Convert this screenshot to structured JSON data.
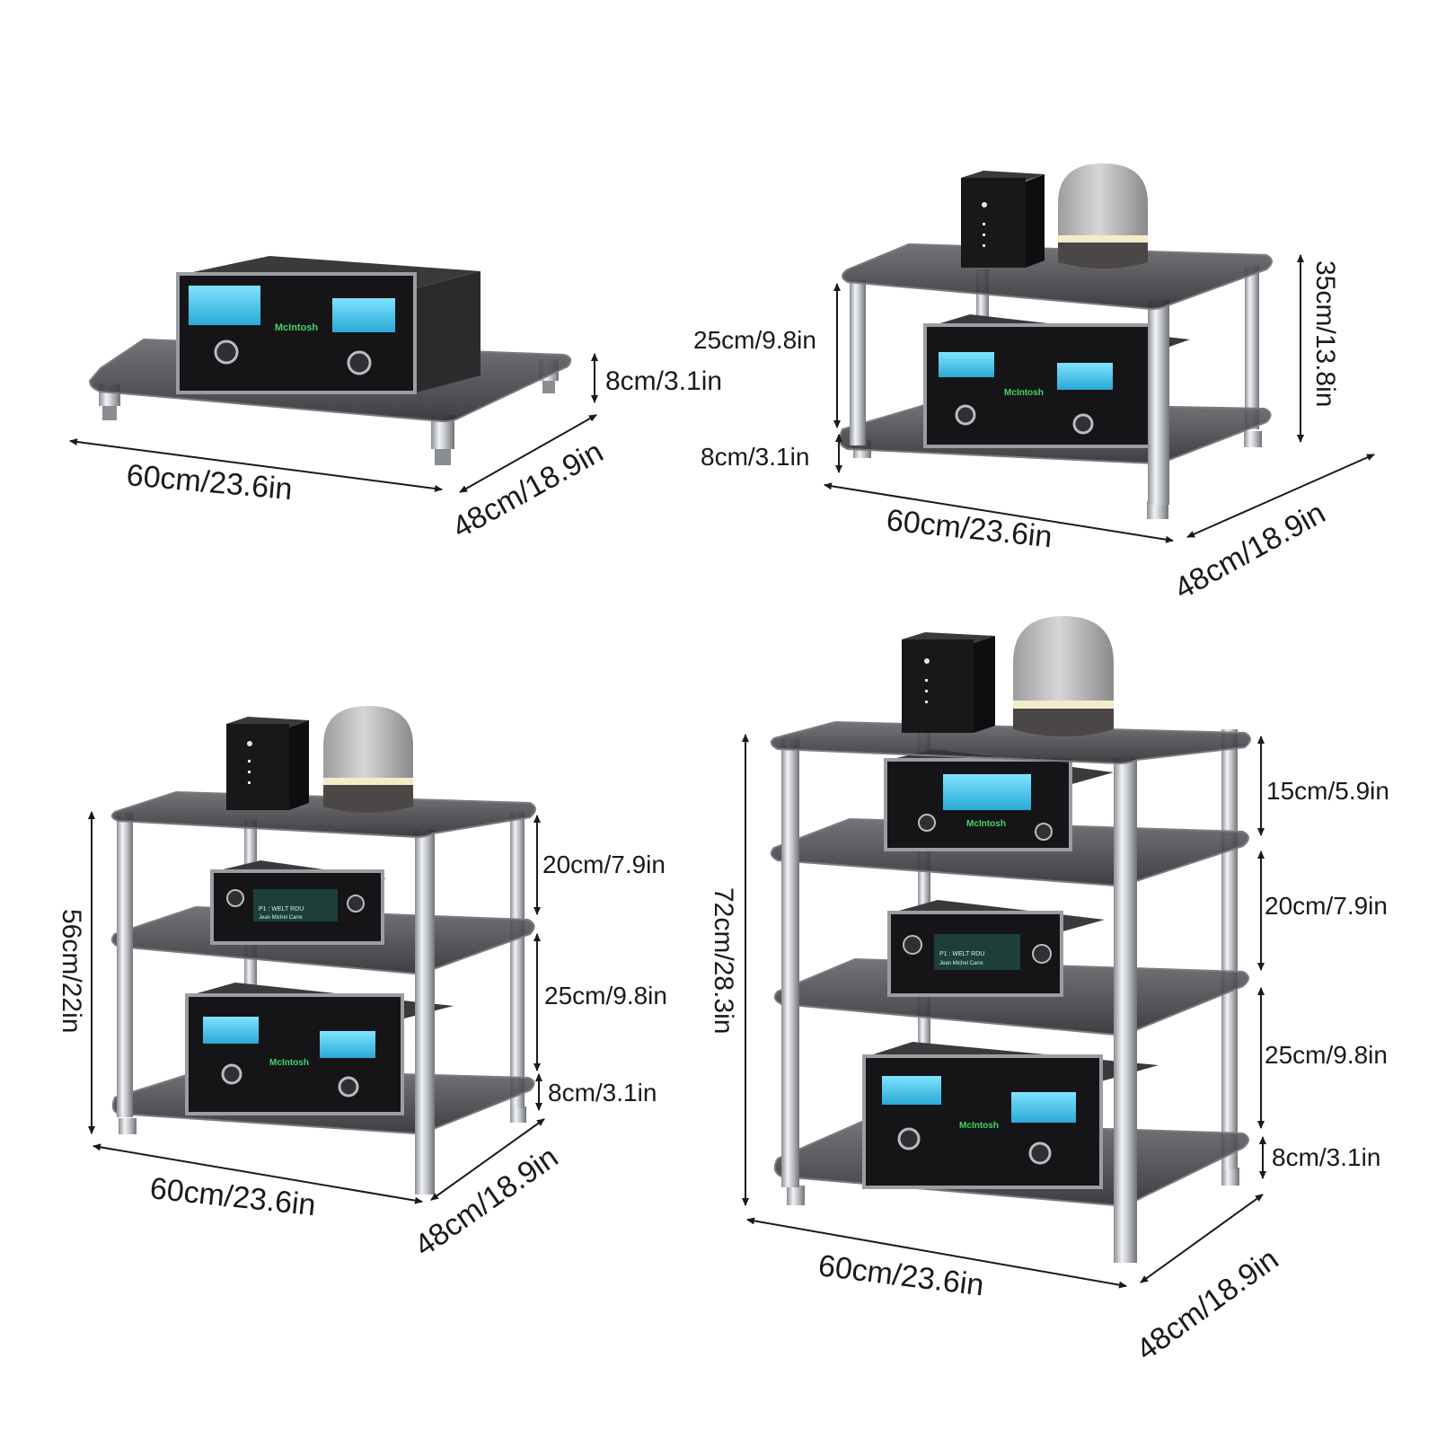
{
  "colors": {
    "glass": "#3a3a3e",
    "glass_edge": "#6e6e74",
    "chrome": "#c9ccd0",
    "chrome_dark": "#7d8085",
    "amp_body": "#2b2b2e",
    "amp_face": "#121214",
    "meter": "#3cc8ee",
    "tuner_display": "#1e3f38",
    "speaker": "#18181a",
    "dome": "#b8b8ba",
    "dome_base": "#4a4746",
    "arrow": "#1a1a1a"
  },
  "device_text": {
    "amp_brand": "McIntosh",
    "tuner_readout_1": "P1 : WELT RDU",
    "tuner_readout_2": "Jean Michel Carre"
  },
  "stands": {
    "one_tier": {
      "width": "60cm/23.6in",
      "depth": "48cm/18.9in",
      "foot": "8cm/3.1in"
    },
    "two_tier": {
      "width": "60cm/23.6in",
      "depth": "48cm/18.9in",
      "foot": "8cm/3.1in",
      "gap1": "25cm/9.8in",
      "total": "35cm/13.8in"
    },
    "three_tier": {
      "width": "60cm/23.6in",
      "depth": "48cm/18.9in",
      "foot": "8cm/3.1in",
      "gap1": "25cm/9.8in",
      "gap2": "20cm/7.9in",
      "total": "56cm/22in"
    },
    "four_tier": {
      "width": "60cm/23.6in",
      "depth": "48cm/18.9in",
      "foot": "8cm/3.1in",
      "gap1": "25cm/9.8in",
      "gap2": "20cm/7.9in",
      "gap3": "15cm/5.9in",
      "total": "72cm/28.3in"
    }
  }
}
